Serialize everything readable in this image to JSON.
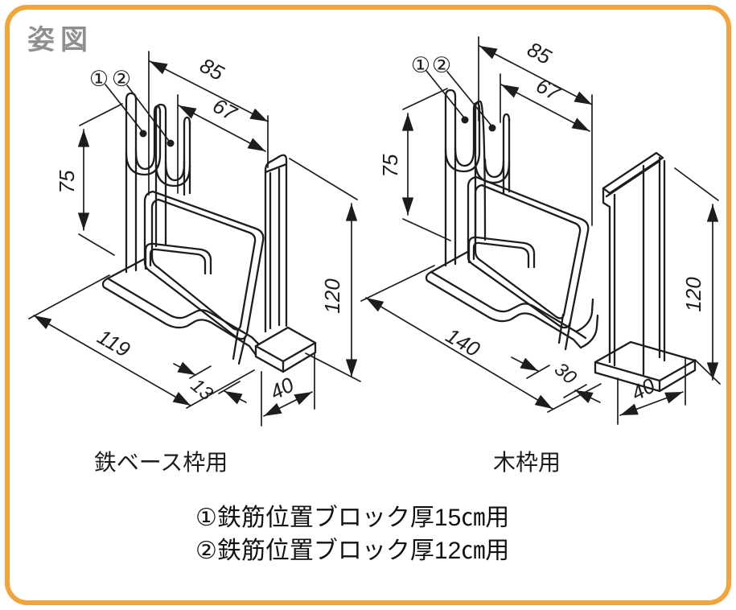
{
  "title": "姿図",
  "figures": {
    "left": {
      "caption": "鉄ベース枠用",
      "callouts": {
        "c1": "①",
        "c2": "②"
      },
      "dims": {
        "width_outer": "85",
        "width_inner": "67",
        "height_hook": "75",
        "height_plate": "120",
        "base_length": "119",
        "base_offset": "13",
        "base_width": "40"
      }
    },
    "right": {
      "caption": "木枠用",
      "callouts": {
        "c1": "①",
        "c2": "②"
      },
      "dims": {
        "width_outer": "85",
        "width_inner": "67",
        "height_hook": "75",
        "height_plate": "120",
        "base_length": "140",
        "base_offset": "30",
        "base_width": "40"
      }
    }
  },
  "notes": {
    "line1": "①鉄筋位置ブロック厚15㎝用",
    "line2": "②鉄筋位置ブロック厚12㎝用"
  },
  "colors": {
    "border": "#F2A43C",
    "line": "#1d1d1d",
    "title_gray": "#8f8f8f"
  }
}
